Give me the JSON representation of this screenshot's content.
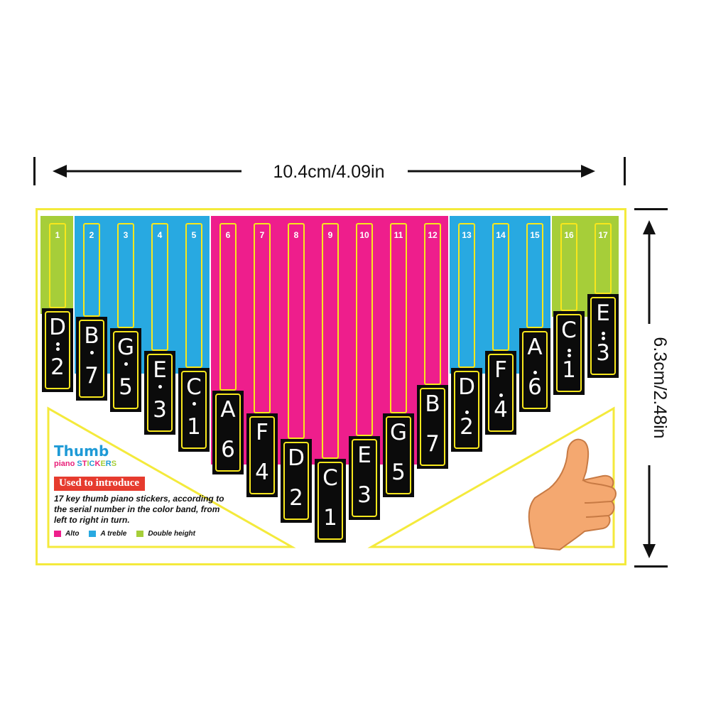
{
  "dimensions": {
    "width_label": "10.4cm/4.09in",
    "height_label": "6.3cm/2.48in"
  },
  "colors": {
    "alto": "#ee1e8c",
    "treble": "#28a9e1",
    "double_height": "#a6ce39",
    "sticker_outline": "#f8e71c",
    "card_border": "#f4ea3c",
    "intro_title_bg": "#e63b2e",
    "logo_blue": "#1e9ad6"
  },
  "keys": [
    {
      "num": "1",
      "note": "D",
      "degree": "2",
      "dots": "below",
      "dot_count": 2,
      "band": "double_height"
    },
    {
      "num": "2",
      "note": "B",
      "degree": "7",
      "dots": "below",
      "dot_count": 1,
      "band": "treble"
    },
    {
      "num": "3",
      "note": "G",
      "degree": "5",
      "dots": "below",
      "dot_count": 1,
      "band": "treble"
    },
    {
      "num": "4",
      "note": "E",
      "degree": "3",
      "dots": "below",
      "dot_count": 1,
      "band": "treble"
    },
    {
      "num": "5",
      "note": "C",
      "degree": "1",
      "dots": "below",
      "dot_count": 1,
      "band": "treble"
    },
    {
      "num": "6",
      "note": "A",
      "degree": "6",
      "dots": "none",
      "dot_count": 0,
      "band": "alto"
    },
    {
      "num": "7",
      "note": "F",
      "degree": "4",
      "dots": "none",
      "dot_count": 0,
      "band": "alto"
    },
    {
      "num": "8",
      "note": "D",
      "degree": "2",
      "dots": "none",
      "dot_count": 0,
      "band": "alto"
    },
    {
      "num": "9",
      "note": "C",
      "degree": "1",
      "dots": "none",
      "dot_count": 0,
      "band": "alto"
    },
    {
      "num": "10",
      "note": "E",
      "degree": "3",
      "dots": "none",
      "dot_count": 0,
      "band": "alto"
    },
    {
      "num": "11",
      "note": "G",
      "degree": "5",
      "dots": "none",
      "dot_count": 0,
      "band": "alto"
    },
    {
      "num": "12",
      "note": "B",
      "degree": "7",
      "dots": "none",
      "dot_count": 0,
      "band": "alto"
    },
    {
      "num": "13",
      "note": "D",
      "degree": "2",
      "dots": "above",
      "dot_count": 1,
      "band": "treble"
    },
    {
      "num": "14",
      "note": "F",
      "degree": "4",
      "dots": "above",
      "dot_count": 1,
      "band": "treble"
    },
    {
      "num": "15",
      "note": "A",
      "degree": "6",
      "dots": "above",
      "dot_count": 1,
      "band": "treble"
    },
    {
      "num": "16",
      "note": "C",
      "degree": "1",
      "dots": "above",
      "dot_count": 2,
      "band": "double_height"
    },
    {
      "num": "17",
      "note": "E",
      "degree": "3",
      "dots": "above",
      "dot_count": 2,
      "band": "double_height"
    }
  ],
  "info": {
    "logo_main": "Thumb",
    "logo_sub": [
      {
        "text": "piano ",
        "color": "#e8207a"
      },
      {
        "text": "S",
        "color": "#1e9ad6"
      },
      {
        "text": "T",
        "color": "#e8207a"
      },
      {
        "text": "I",
        "color": "#a6ce39"
      },
      {
        "text": "C",
        "color": "#1e9ad6"
      },
      {
        "text": "K",
        "color": "#e8207a"
      },
      {
        "text": "E",
        "color": "#a6ce39"
      },
      {
        "text": "R",
        "color": "#1e9ad6"
      },
      {
        "text": "S",
        "color": "#a6ce39"
      }
    ],
    "intro_title": "Used to introduce",
    "intro_text": "17 key thumb piano stickers, according to the serial number in the color band, from left to right in turn.",
    "legend": [
      {
        "label": "Alto",
        "color": "#ee1e8c"
      },
      {
        "label": "A treble",
        "color": "#28a9e1"
      },
      {
        "label": "Double height",
        "color": "#a6ce39"
      }
    ]
  },
  "icons": {
    "hand": "thumbs-up-hand-icon"
  }
}
